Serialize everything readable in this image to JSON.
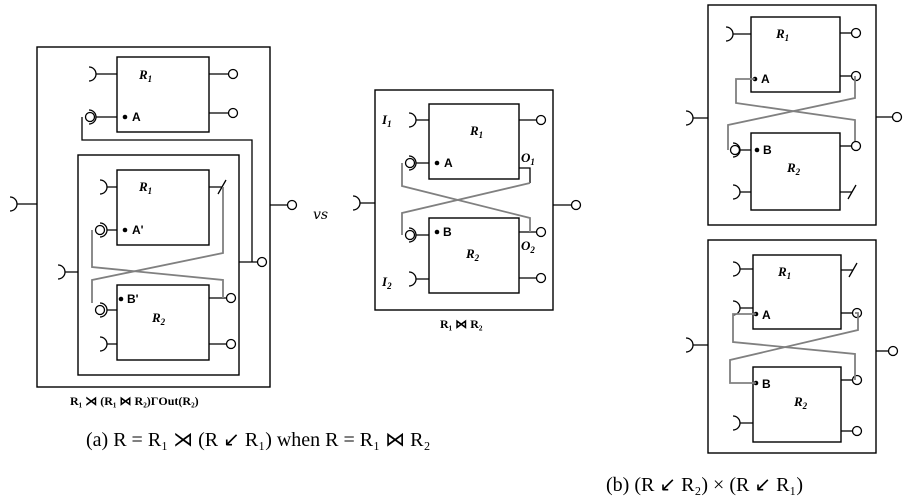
{
  "components": {
    "r1": "R",
    "r1_sub": "1",
    "r2": "R",
    "r2_sub": "2"
  },
  "ports": {
    "a": "A",
    "b": "B",
    "a_prime": "A'",
    "b_prime": "B'",
    "i1": "I",
    "i1_sub": "1",
    "i2": "I",
    "i2_sub": "2",
    "o1": "O",
    "o1_sub": "1",
    "o2": "O",
    "o2_sub": "2"
  },
  "captions": {
    "left_formula": "R₁ ⋊ (R₁ ⋈ R₂)ΓOut(R₂)",
    "middle_formula": "R₁ ⋈ R₂",
    "vs": "vs",
    "a": "(a) R = R₁ ⋊ (R ↙ R₁) when R = R₁ ⋈ R₂",
    "b": "(b) (R ↙ R₂) × (R ↙ R₁)"
  }
}
